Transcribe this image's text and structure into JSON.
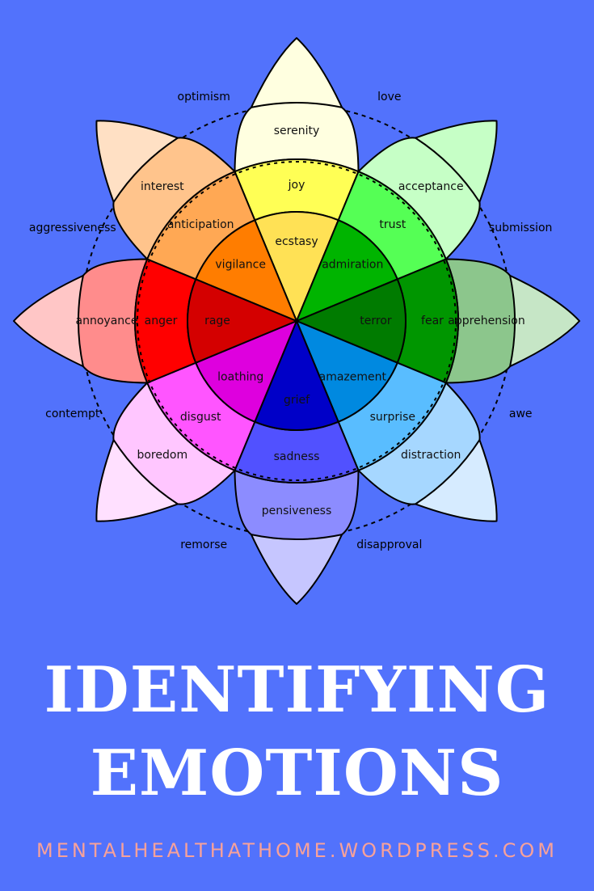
{
  "diagram": {
    "petals": [
      {
        "outer": "serenity",
        "middle": "joy",
        "inner": "ecstasy",
        "colors": [
          "#ffffe0",
          "#ffff55",
          "#ffe155"
        ]
      },
      {
        "outer": "acceptance",
        "middle": "trust",
        "inner": "admiration",
        "colors": [
          "#c6ffc6",
          "#55ff55",
          "#00b400"
        ]
      },
      {
        "outer": "apprehension",
        "middle": "fear",
        "inner": "terror",
        "colors": [
          "#8cc68c",
          "#009600",
          "#007b00"
        ]
      },
      {
        "outer": "distraction",
        "middle": "surprise",
        "inner": "amazement",
        "colors": [
          "#a6d7ff",
          "#59bdff",
          "#0089e0"
        ]
      },
      {
        "outer": "pensiveness",
        "middle": "sadness",
        "inner": "grief",
        "colors": [
          "#8c8cff",
          "#5151ff",
          "#0000c8"
        ]
      },
      {
        "outer": "boredom",
        "middle": "disgust",
        "inner": "loathing",
        "colors": [
          "#ffc6ff",
          "#ff55ff",
          "#de00de"
        ]
      },
      {
        "outer": "annoyance",
        "middle": "anger",
        "inner": "rage",
        "colors": [
          "#ff8c8c",
          "#ff0000",
          "#d40000"
        ]
      },
      {
        "outer": "interest",
        "middle": "anticipation",
        "inner": "vigilance",
        "colors": [
          "#ffc48c",
          "#ffa854",
          "#ff7d00"
        ]
      }
    ],
    "tip_colors": [
      "#ffffe0",
      "#c6ffc6",
      "#c6e6c6",
      "#d6ebff",
      "#c6c6ff",
      "#ffe0ff",
      "#ffc6c6",
      "#ffe0c4"
    ],
    "dyads": [
      {
        "label": "love"
      },
      {
        "label": "submission"
      },
      {
        "label": "awe"
      },
      {
        "label": "disapproval"
      },
      {
        "label": "remorse"
      },
      {
        "label": "contempt"
      },
      {
        "label": "aggressiveness"
      },
      {
        "label": "optimism"
      }
    ]
  },
  "title_line1": "IDENTIFYING",
  "title_line2": "EMOTIONS",
  "footer": "MENTALHEALTHATHOME.WORDPRESS.COM"
}
